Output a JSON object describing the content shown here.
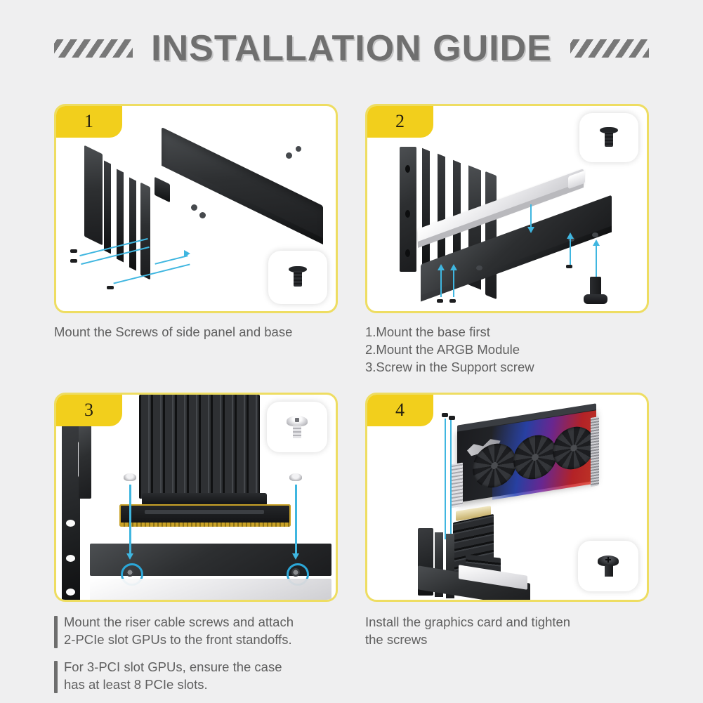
{
  "header": {
    "title": "INSTALLATION GUIDE",
    "hatch_left": "diagonal-stripes",
    "hatch_right": "diagonal-stripes"
  },
  "theme": {
    "page_background": "#efeff0",
    "panel_border": "#eedd62",
    "badge_background": "#f2cf1c",
    "badge_text": "#231f10",
    "caption_text": "#5f5f5f",
    "title_text": "#6f6f6f",
    "arrow_blue": "#3fb6e0",
    "highlight_ring": "#2ba7d8"
  },
  "steps": [
    {
      "number": "1",
      "panel_name": "step-1-panel",
      "illustration_alt": "Vertical PCIe slot bracket aligned with horizontal base plate, blue arrows and screws",
      "inset_screw": "flat-head-screw-black",
      "caption_lines": [
        "Mount the Screws of side panel and base"
      ],
      "caption_style": "plain"
    },
    {
      "number": "2",
      "panel_name": "step-2-panel",
      "illustration_alt": "Slot bracket with white ARGB module and base plate, blue arrows and support screw",
      "inset_screw": "flat-head-screw-black",
      "caption_lines": [
        "1.Mount the base first",
        "2.Mount the ARGB Module",
        "3.Screw in the Support screw"
      ],
      "caption_style": "numbered"
    },
    {
      "number": "3",
      "panel_name": "step-3-panel",
      "illustration_alt": "Riser cable PCIe connector lowered onto bracket, two silver screws with blue arrows",
      "inset_screw": "pan-head-screw-silver",
      "caption_blocks": [
        [
          "Mount the riser cable screws and attach",
          "2-PCIe slot GPUs  to the front standoffs."
        ],
        [
          "For 3-PCI slot GPUs, ensure the case",
          "has at least 8 PCIe slots."
        ]
      ],
      "caption_style": "bulleted"
    },
    {
      "number": "4",
      "panel_name": "step-4-panel",
      "illustration_alt": "ROG graphics card with three fans installed vertically onto the riser bracket",
      "inset_screw": "pan-head-screw-black",
      "caption_lines": [
        "Install the graphics card and tighten",
        "the screws"
      ],
      "caption_style": "plain"
    }
  ]
}
